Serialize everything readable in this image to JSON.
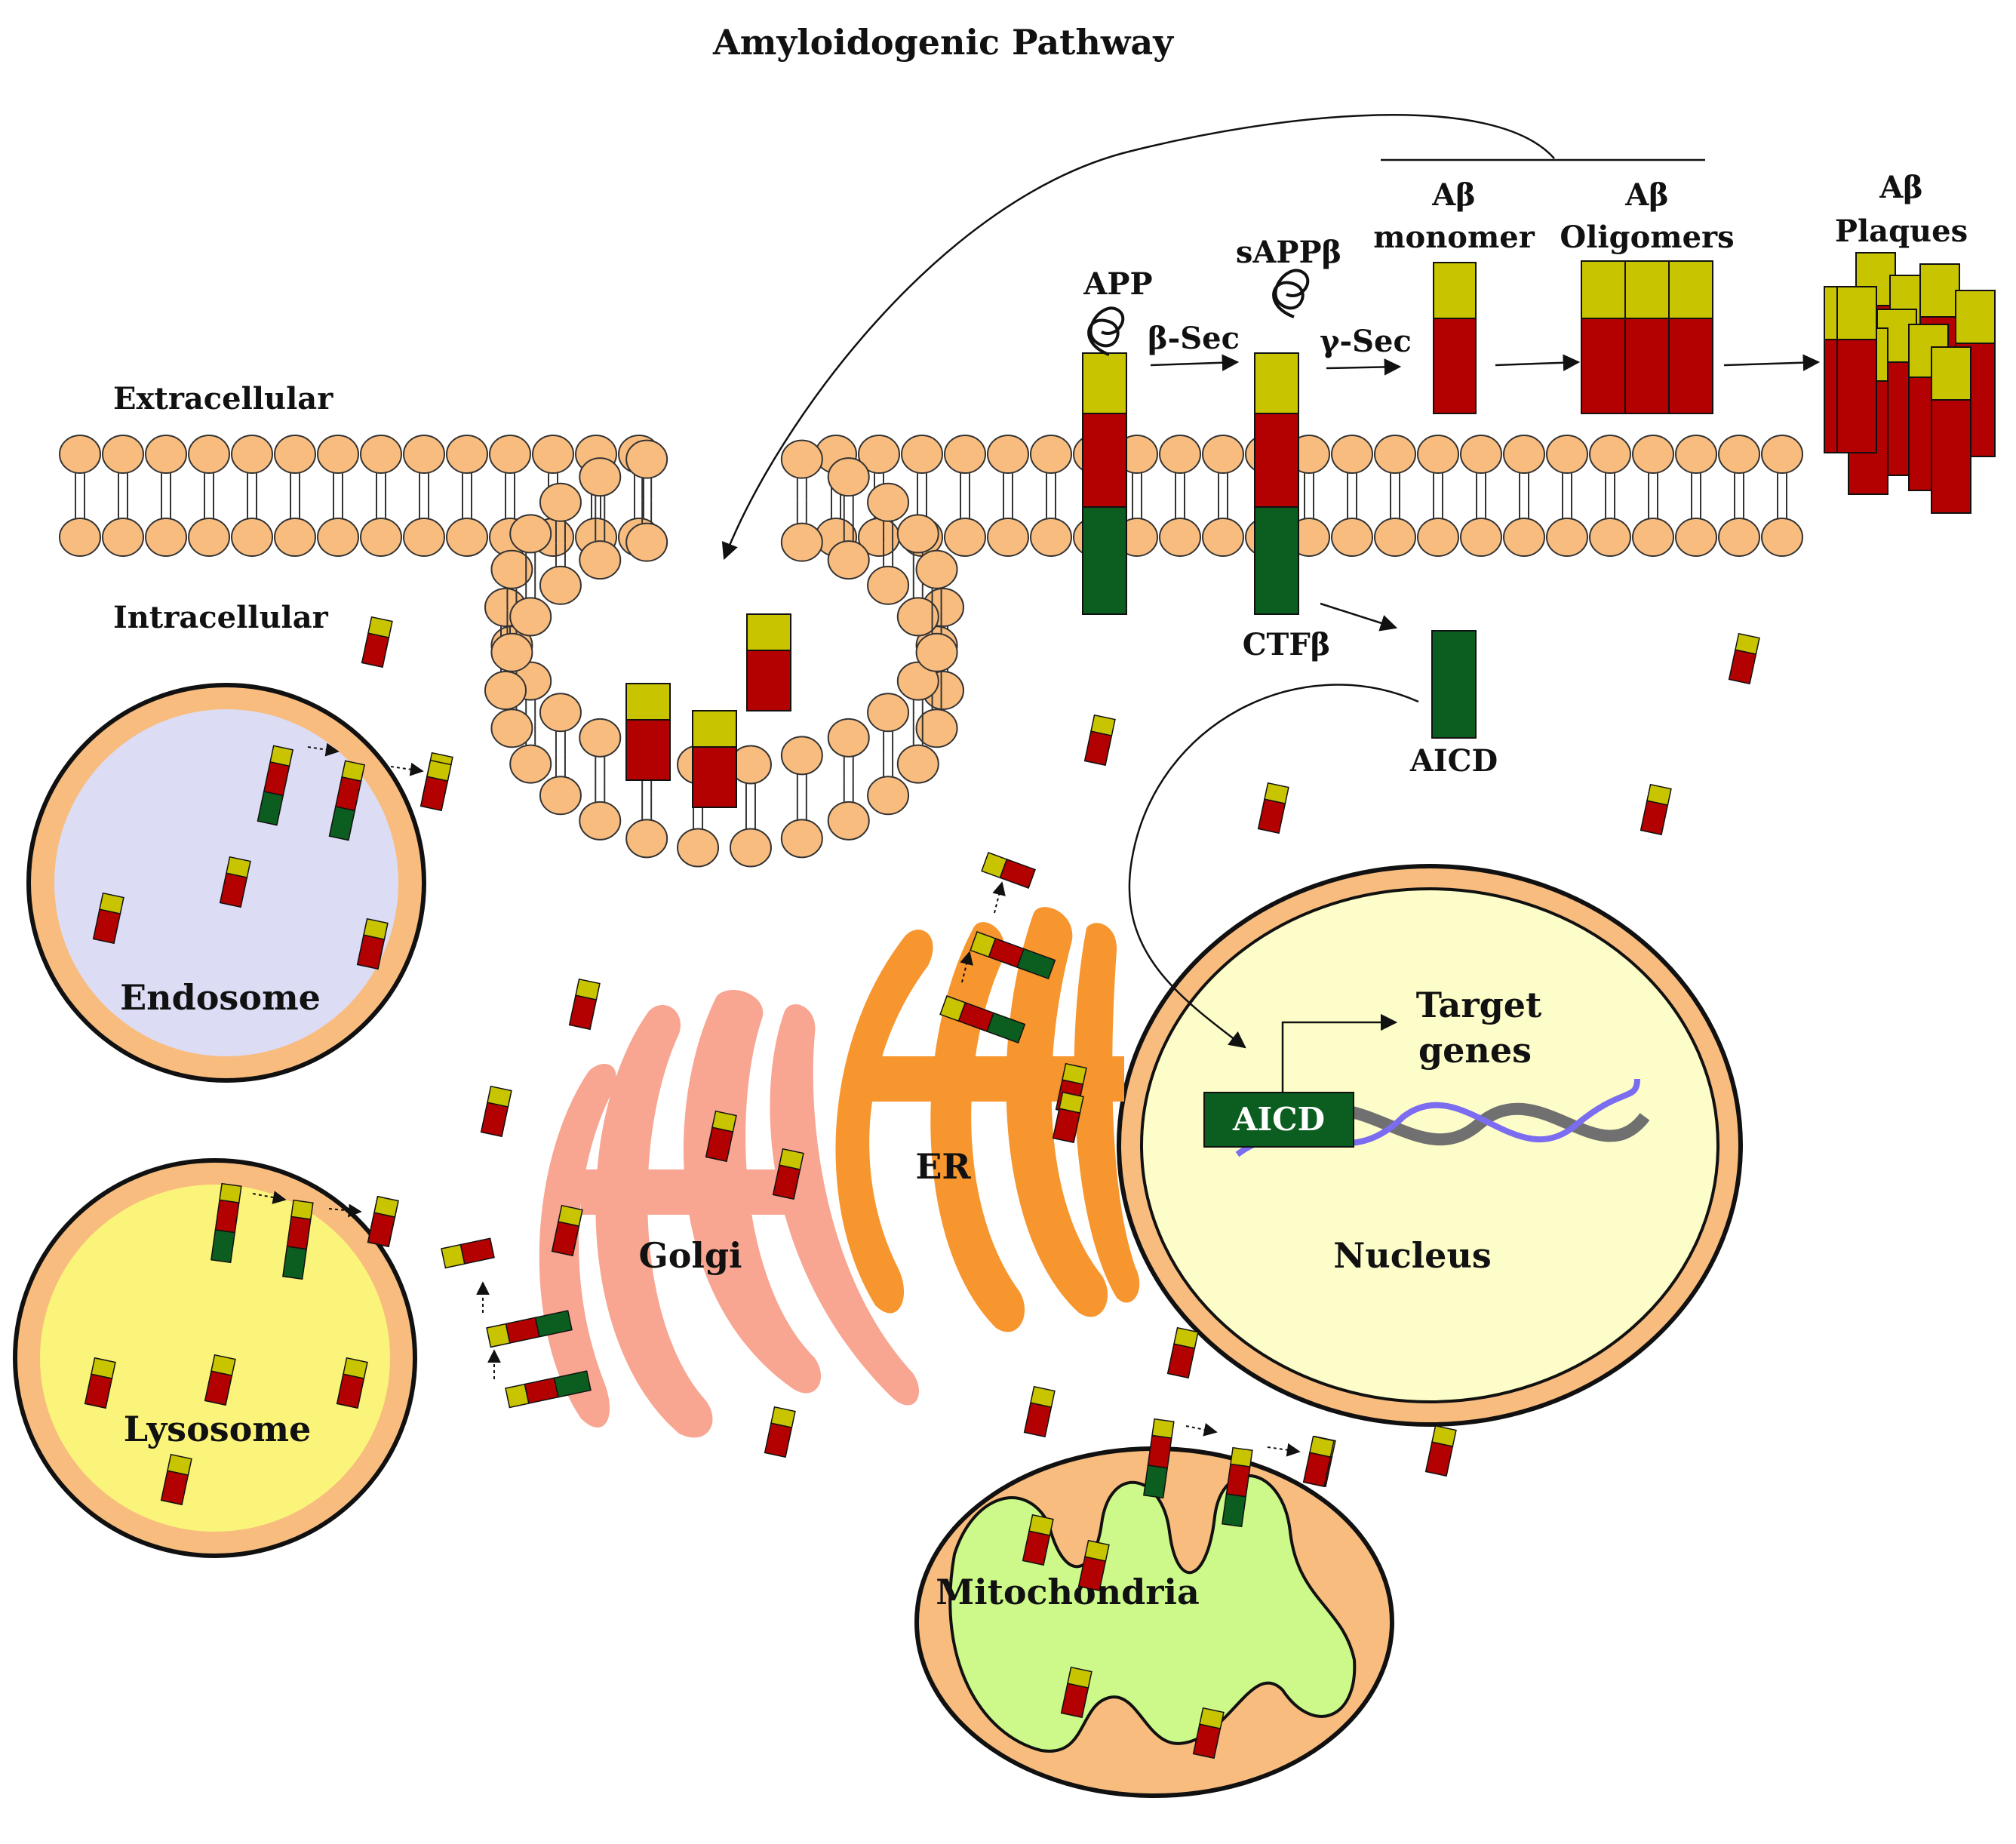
{
  "title": "Amyloidogenic Pathway",
  "labels": {
    "extracellular": "Extracellular",
    "intracellular": "Intracellular",
    "app": "APP",
    "beta_sec": "β-Sec",
    "sappb": "sAPPβ",
    "gamma_sec": "γ-Sec",
    "ctfb": "CTFβ",
    "abeta": "Aβ",
    "monomer": "monomer",
    "oligomers": "Oligomers",
    "plaques": "Plaques",
    "aicd": "AICD",
    "aicd_box": "AICD",
    "target": "Target",
    "genes": "genes",
    "endosome": "Endosome",
    "lysosome": "Lysosome",
    "golgi": "Golgi",
    "er": "ER",
    "nucleus": "Nucleus",
    "mitochondria": "Mitochondria"
  },
  "colors": {
    "lipid_head": "#f8bc7f",
    "abeta_n_term": "#c8c400",
    "abeta_core": "#b30000",
    "ctf_domain": "#0b5e1f",
    "endosome_fill": "#dcdcf5",
    "lysosome_fill": "#fbf47a",
    "nucleus_fill": "#fdfdc9",
    "mito_fill": "#ccf98a",
    "golgi": "#f8a592",
    "er": "#f7962f",
    "organelle_rim": "#f8bc7f",
    "dna_strand_a": "#707070",
    "dna_strand_b": "#7b6cf0"
  }
}
